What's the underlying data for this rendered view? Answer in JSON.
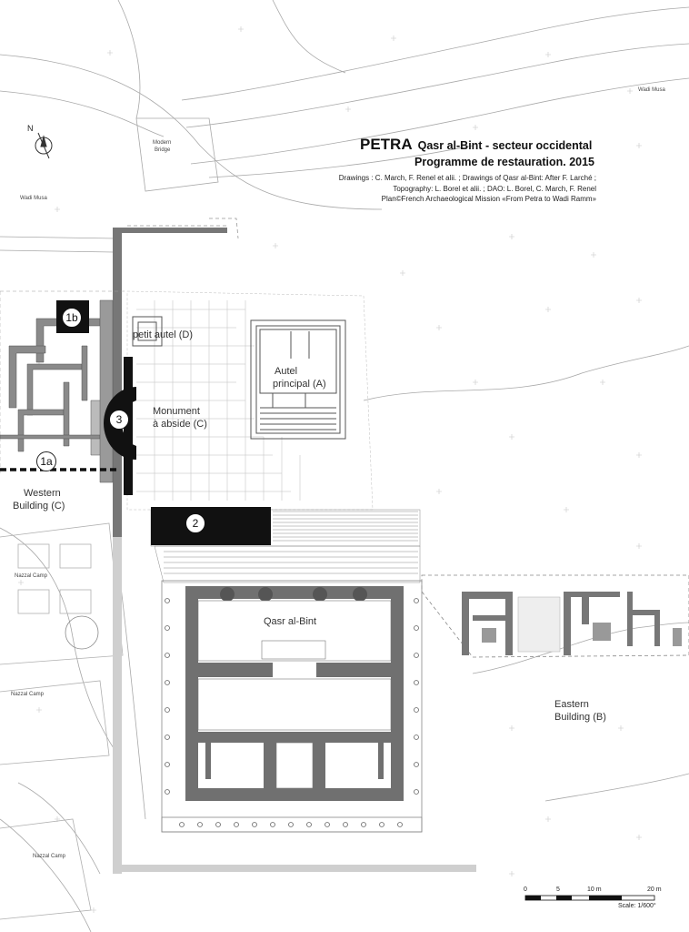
{
  "title": {
    "site": "PETRA",
    "subtitle": "Qasr al-Bint - secteur occidental",
    "programme": "Programme de restauration. 2015"
  },
  "credits": [
    "Drawings : C. March, F. Renel et alii. ; Drawings of Qasr al-Bint: After F. Larché ;",
    "Topography: L. Borel et alii. ; DAO: L. Borel, C. March,  F. Renel",
    "Plan©French Archaeological Mission «From Petra to Wadi Ramm»"
  ],
  "north": "N",
  "places": {
    "wadi_musa_east": "Wadi Musa",
    "wadi_musa_west": "Wadi Musa",
    "modern_bridge_1": "Modern",
    "modern_bridge_2": "Bridge",
    "nazzal_camp_1": "Nazzal Camp",
    "nazzal_camp_2": "Nazzal Camp",
    "nazzal_camp_3": "Nazzal Camp"
  },
  "monuments": {
    "petit_autel": "petit autel (D)",
    "autel_principal_1": "Autel",
    "autel_principal_2": "principal (A)",
    "monument_abside_1": "Monument",
    "monument_abside_2": "à abside (C)",
    "western_building_1": "Western",
    "western_building_2": "Building (C)",
    "qasr_al_bint": "Qasr al-Bint",
    "eastern_building_1": "Eastern",
    "eastern_building_2": "Building (B)"
  },
  "sectors": {
    "s1a": "1a",
    "s1b": "1b",
    "s2": "2",
    "s3": "3"
  },
  "scale": {
    "ticks": [
      "0",
      "5",
      "10 m",
      "20 m"
    ],
    "label": "Scale: 1/600°"
  },
  "colors": {
    "wall": "#6d6d6d",
    "sector_fill": "#000000",
    "linework": "#9a9a9a"
  }
}
